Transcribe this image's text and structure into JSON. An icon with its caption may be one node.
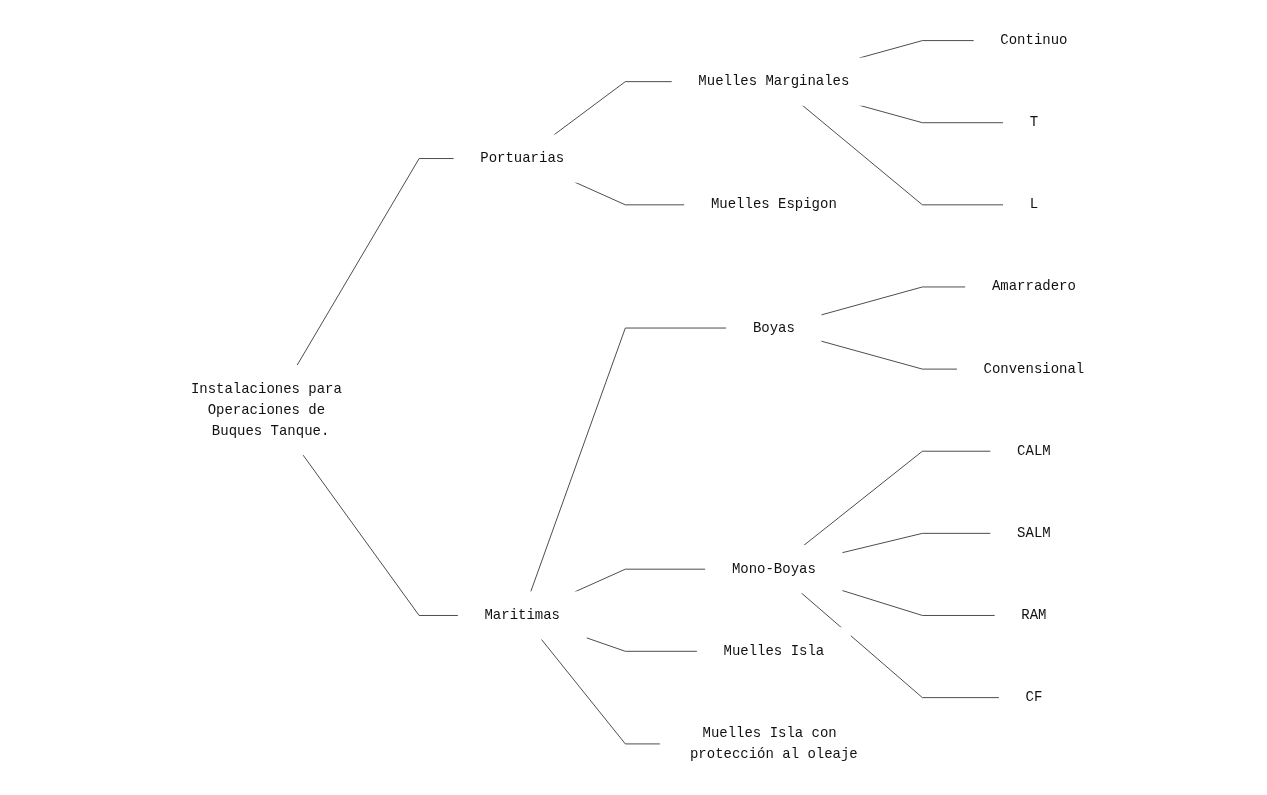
{
  "diagram": {
    "nodes": [
      {
        "text": [
          "Instalaciones para Operaciones de Buques Tanque."
        ]
      },
      {
        "text": [
          "Portuarias"
        ]
      },
      {
        "text": [
          "Muelles Marginales"
        ]
      },
      {
        "text": [
          "Continuo"
        ]
      },
      {
        "text": [
          "T"
        ]
      },
      {
        "text": [
          "L"
        ]
      },
      {
        "text": [
          "Muelles Espigon"
        ]
      },
      {
        "text": [
          "Maritimas"
        ]
      },
      {
        "text": [
          "Boyas"
        ]
      },
      {
        "text": [
          "Amarradero"
        ]
      },
      {
        "text": [
          "Convensional"
        ]
      },
      {
        "text": [
          "Mono-Boyas"
        ]
      },
      {
        "text": [
          "CALM"
        ]
      },
      {
        "text": [
          "SALM"
        ]
      },
      {
        "text": [
          "RAM"
        ]
      },
      {
        "text": [
          "CF"
        ]
      },
      {
        "text": [
          "Muelles Isla"
        ]
      },
      {
        "text": [
          "Muelles Isla con protección al oleaje"
        ]
      }
    ],
    "edges": [
      {
        "from": 0,
        "to": 1,
        "arrow": "none"
      },
      {
        "from": 0,
        "to": 7,
        "arrow": "none"
      },
      {
        "from": 1,
        "to": 2,
        "arrow": "none"
      },
      {
        "from": 1,
        "to": 6,
        "arrow": "none"
      },
      {
        "from": 2,
        "to": 3,
        "arrow": "none"
      },
      {
        "from": 2,
        "to": 4,
        "arrow": "none"
      },
      {
        "from": 2,
        "to": 5,
        "arrow": "none"
      },
      {
        "from": 7,
        "to": 8,
        "arrow": "none"
      },
      {
        "from": 7,
        "to": 11,
        "arrow": "none"
      },
      {
        "from": 7,
        "to": 16,
        "arrow": "none"
      },
      {
        "from": 7,
        "to": 17,
        "arrow": "none"
      },
      {
        "from": 8,
        "to": 9,
        "arrow": "none"
      },
      {
        "from": 8,
        "to": 10,
        "arrow": "none"
      },
      {
        "from": 11,
        "to": 12,
        "arrow": "none"
      },
      {
        "from": 11,
        "to": 13,
        "arrow": "none"
      },
      {
        "from": 11,
        "to": 14,
        "arrow": "none"
      },
      {
        "from": 11,
        "to": 15,
        "arrow": "none"
      }
    ]
  }
}
